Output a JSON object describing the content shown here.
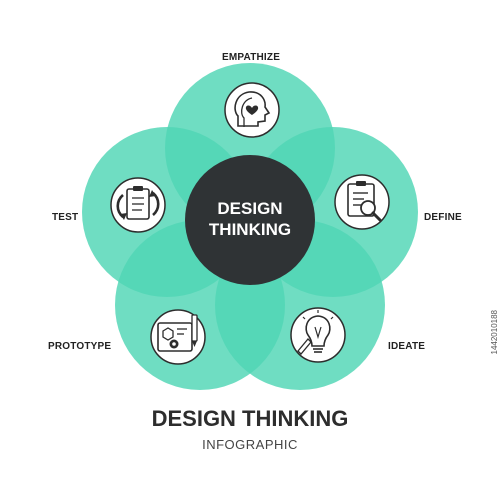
{
  "center": {
    "line1": "DESIGN",
    "line2": "THINKING"
  },
  "stages": [
    {
      "label": "EMPATHIZE",
      "icon": "head-heart-icon"
    },
    {
      "label": "DEFINE",
      "icon": "clipboard-magnifier-icon"
    },
    {
      "label": "IDEATE",
      "icon": "lightbulb-pencil-icon"
    },
    {
      "label": "PROTOTYPE",
      "icon": "blueprint-gear-icon"
    },
    {
      "label": "TEST",
      "icon": "clipboard-cycle-icon"
    }
  ],
  "footer": {
    "title": "DESIGN THINKING",
    "subtitle": "INFOGRAPHIC"
  },
  "stock_id": "1442010188",
  "colors": {
    "petal": "#4fd6b5",
    "center": "#2f3335",
    "text": "#222222"
  }
}
